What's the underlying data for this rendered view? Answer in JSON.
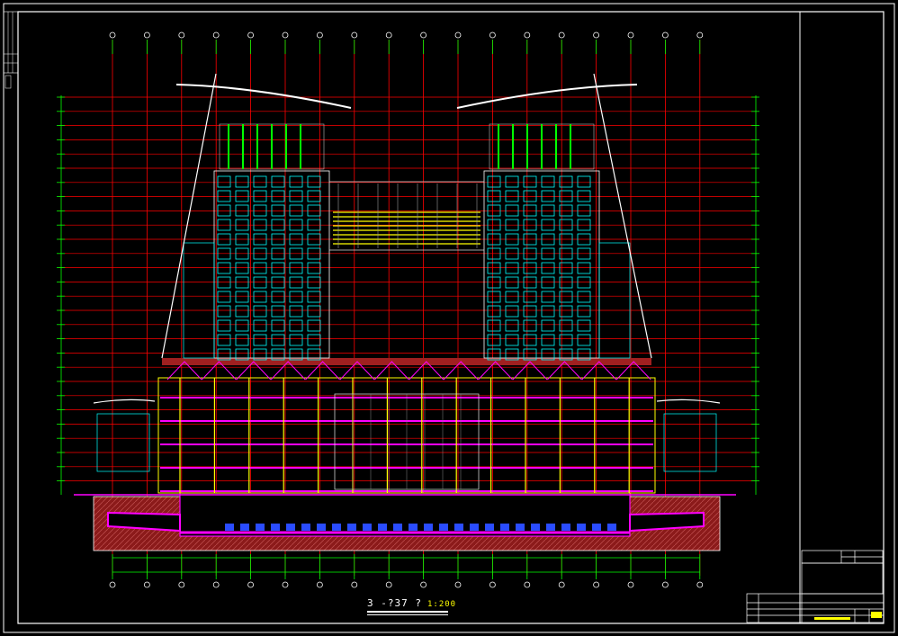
{
  "drawing": {
    "caption": "3 -?37 ?",
    "scale": "1:200",
    "colors": {
      "background": "#000000",
      "frame": "#ffffff",
      "grid_red": "#ff0000",
      "grid_green": "#00ff00",
      "facade_cyan": "#00ffff",
      "floor_magenta": "#ff00ff",
      "column_yellow": "#ffff00",
      "earth": "#8b1a1a"
    }
  },
  "axes": {
    "column_count": 18,
    "row_count": 28
  }
}
